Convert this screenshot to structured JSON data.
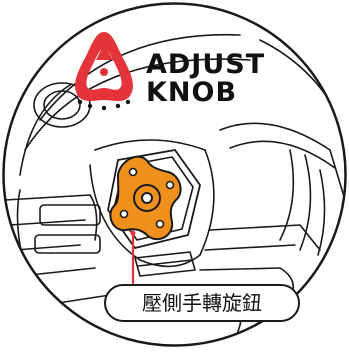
{
  "brand": {
    "line1": "ADJUST",
    "line2": "KNOB",
    "accent_color": "#e4343a",
    "icon": "adjust-knob-icon"
  },
  "callout": {
    "label": "壓側手轉旋鈕",
    "line_color": "#e4343a"
  },
  "knob": {
    "color": "#f0901c",
    "outline_color": "#1a1a1a"
  }
}
